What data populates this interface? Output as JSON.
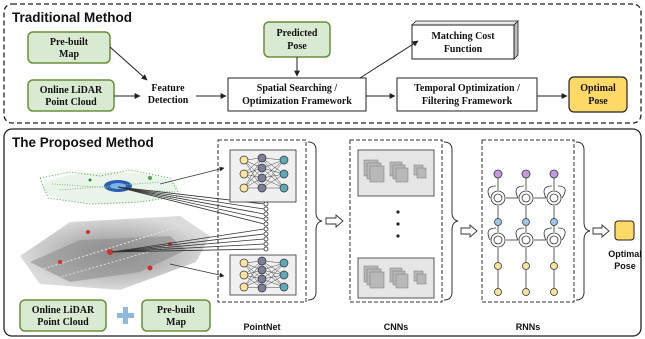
{
  "traditional": {
    "title": "Traditional Method",
    "prebuilt_map": [
      "Pre-built",
      "Map"
    ],
    "online_lidar": [
      "Online LiDAR",
      "Point Cloud"
    ],
    "feature_detection": [
      "Feature",
      "Detection"
    ],
    "predicted_pose": [
      "Predicted",
      "Pose"
    ],
    "spatial_search": [
      "Spatial Searching /",
      "Optimization Framework"
    ],
    "matching_cost": [
      "Matching Cost",
      "Function"
    ],
    "temporal_opt": [
      "Temporal Optimization /",
      "Filtering Framework"
    ],
    "optimal_pose": [
      "Optimal",
      "Pose"
    ]
  },
  "proposed": {
    "title": "The Proposed Method",
    "online_lidar": [
      "Online LiDAR",
      "Point Cloud"
    ],
    "prebuilt_map": [
      "Pre-built",
      "Map"
    ],
    "pointnet_label": "PointNet",
    "cnns_label": "CNNs",
    "rnns_label": "RNNs",
    "optimal_pose": [
      "Optimal",
      "Pose"
    ]
  },
  "colors": {
    "green_fill": "#d9ead3",
    "green_border": "#6a8f3a",
    "yellow_fill": "#ffd966",
    "node_teal": "#5fa8b8",
    "node_yellow": "#fbe3a0",
    "node_purple": "#c59be0",
    "node_blue": "#9fc6e8"
  }
}
